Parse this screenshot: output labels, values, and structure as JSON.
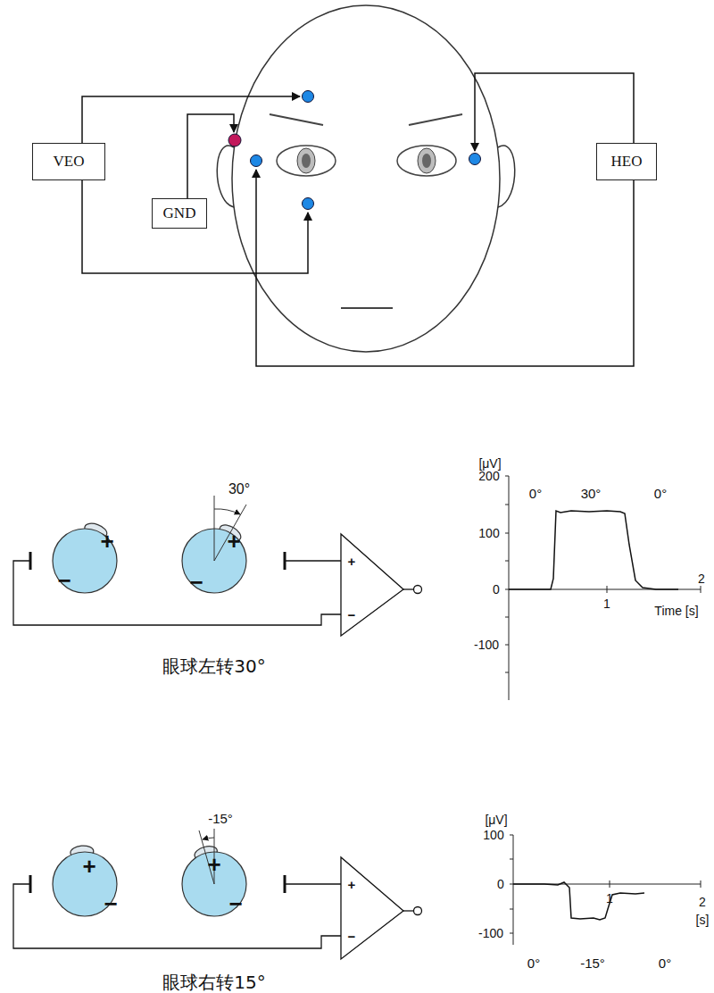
{
  "diagram": {
    "nodes": [
      {
        "text": [
          "VEO"
        ]
      },
      {
        "text": [
          "GND"
        ]
      },
      {
        "text": [
          "HEO"
        ]
      }
    ],
    "labels": [
      "30°",
      "+",
      "−",
      "+",
      "−",
      "+",
      "−",
      "[μV]",
      "200",
      "100",
      "0",
      "-100",
      "0°",
      "30°",
      "0°",
      "1",
      "2",
      "Time [s]",
      "眼球左转30°",
      "-15°",
      "+",
      "−",
      "+",
      "−",
      "+",
      "−",
      "[μV]",
      "100",
      "0",
      "-100",
      "0°",
      "-15°",
      "0°",
      "1",
      "2",
      "[s]",
      "眼球右转15°"
    ]
  }
}
